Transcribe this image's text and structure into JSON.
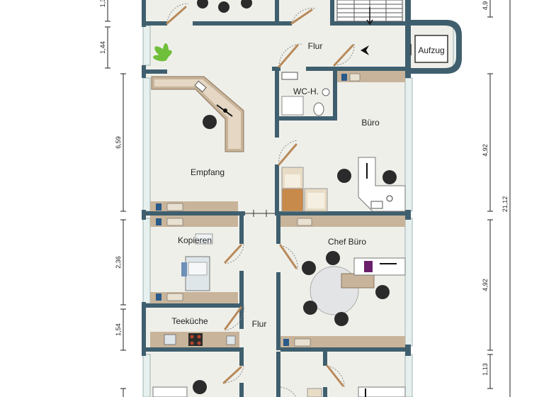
{
  "rooms": {
    "flur_top": "Flur",
    "aufzug": "Aufzug",
    "wc": "WC-H.",
    "buero": "Büro",
    "empfang": "Empfang",
    "kopieren": "Kopieren",
    "chef_buero": "Chef Büro",
    "teekueche": "Teeküche",
    "flur_mid": "Flur"
  },
  "dimensions": {
    "left": [
      "1,3",
      "1,44",
      "6,59",
      "2,36",
      "1,54"
    ],
    "right": [
      "4,9",
      "4,92",
      "4,92",
      "1,13"
    ],
    "total": "21,12"
  },
  "colors": {
    "wall": "#3f5f6e",
    "floor": "#efefea",
    "counter": "#c8b49a",
    "chair": "#2b2b2b"
  }
}
